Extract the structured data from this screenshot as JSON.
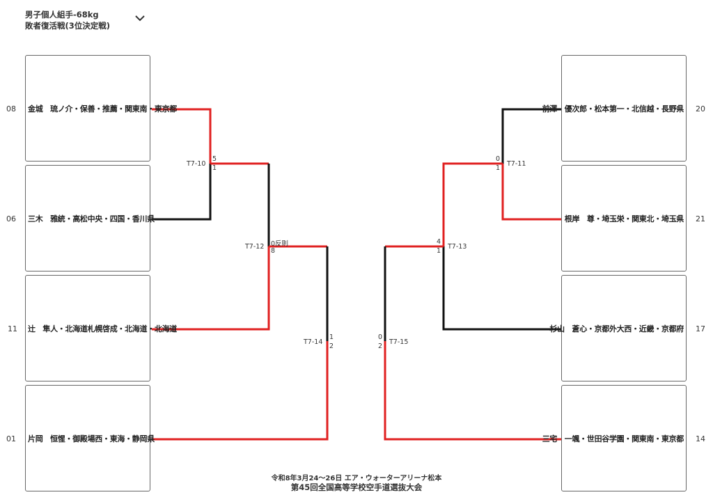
{
  "header": {
    "event": "男子個人組手-68kg",
    "round": "敗者復活戦(3位決定戦)",
    "dropdown_icon": "chevron-down-icon"
  },
  "colors": {
    "winner_line": "#e02020",
    "loser_line": "#111111",
    "box_border": "#666666"
  },
  "left_players": [
    {
      "seed": "08",
      "name": "金城　琉ノ介・保善・推薦・関東南・東京都"
    },
    {
      "seed": "06",
      "name": "三木　雅統・高松中央・四国・香川県"
    },
    {
      "seed": "11",
      "name": "辻　隼人・北海道札幌啓成・北海道・北海道"
    },
    {
      "seed": "01",
      "name": "片岡　恒惺・御殿場西・東海・静岡県"
    }
  ],
  "right_players": [
    {
      "seed": "20",
      "name": "前澤　優次郎・松本第一・北信越・長野県"
    },
    {
      "seed": "21",
      "name": "根岸　尊・埼玉栄・関東北・埼玉県"
    },
    {
      "seed": "17",
      "name": "杉山　蒼心・京都外大西・近畿・京都府"
    },
    {
      "seed": "14",
      "name": "三宅　一颯・世田谷学園・関東南・東京都"
    }
  ],
  "matches": {
    "t7_10": {
      "label": "T7-10",
      "score_top": "5",
      "score_bottom": "1"
    },
    "t7_11": {
      "label": "T7-11",
      "score_top": "0",
      "score_bottom": "1"
    },
    "t7_12": {
      "label": "T7-12",
      "score_top": "0反則",
      "score_bottom": "8"
    },
    "t7_13": {
      "label": "T7-13",
      "score_top": "4",
      "score_bottom": "1"
    },
    "t7_14": {
      "label": "T7-14",
      "score_top": "1",
      "score_bottom": "2"
    },
    "t7_15": {
      "label": "T7-15",
      "score_top": "0",
      "score_bottom": "2"
    }
  },
  "footer": {
    "date_venue": "令和8年3月24～26日 エア・ウォーターアリーナ松本",
    "tournament": "第45回全国高等学校空手道選抜大会"
  }
}
